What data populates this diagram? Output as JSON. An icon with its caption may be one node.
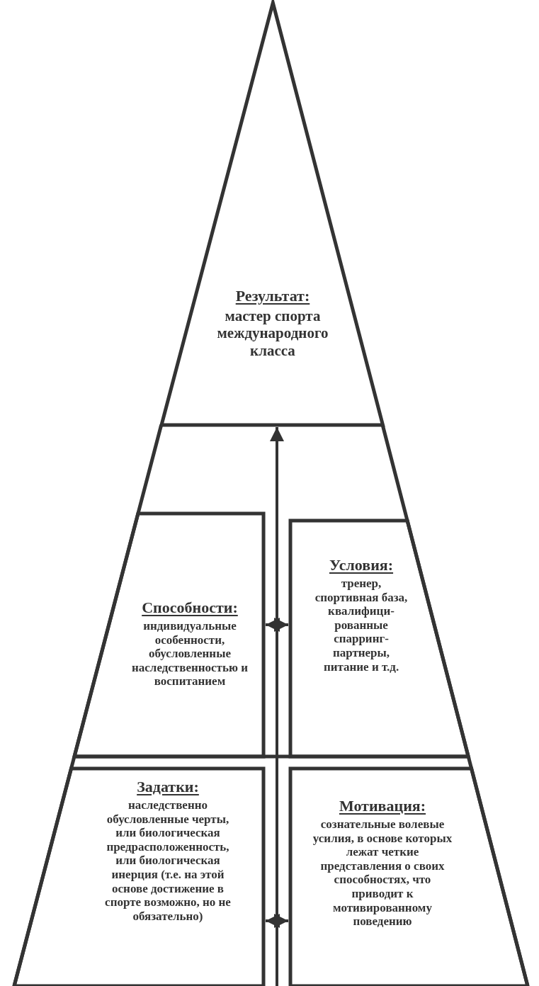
{
  "diagram": {
    "nodes": [
      {
        "text": [
          "Результат:",
          "мастер спорта международного класса"
        ]
      },
      {
        "text": [
          "Способности:",
          "индивидуальные особенности, обусловленные наследственностью и воспитанием"
        ]
      },
      {
        "text": [
          "Условия:",
          "тренер, спортивная база, квалифици- рованные спарринг- партнеры, питание и т.д."
        ]
      },
      {
        "text": [
          "Задатки:",
          "наследственно обусловленные черты, или биологическая предрасположенность, или биологическая инерция (т.е. на этой основе достижение в спорте возможно, но не обязательно)"
        ]
      },
      {
        "text": [
          "Мотивация:",
          "сознательные волевые усилия, в основе которых лежат четкие представления о своих способностях, что приводит к мотивированному поведению"
        ]
      }
    ],
    "edges": [
      {
        "from": null,
        "to": 0,
        "arrow": "to"
      },
      {
        "from": 1,
        "to": 2,
        "arrow": "both"
      },
      {
        "from": 3,
        "to": 4,
        "arrow": "both"
      }
    ]
  }
}
